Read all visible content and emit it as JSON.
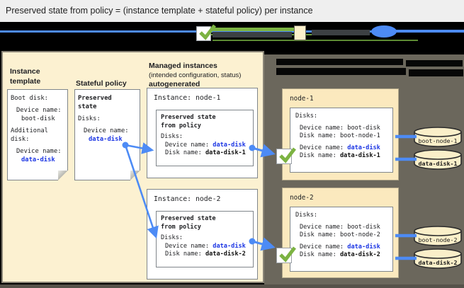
{
  "header": {
    "title": "Preserved state from policy = (instance template + stateful policy) per instance"
  },
  "legend": {
    "checkmark_icon": "green-checkmark",
    "disk_icon": "blue-disk",
    "template_swatch": "cream-instance-template"
  },
  "left_panel": {
    "instance_template_heading": "Instance template",
    "stateful_policy_heading": "Stateful policy",
    "template_doc": {
      "boot_disk_label": "Boot disk:",
      "device_name_label_1": "Device name:",
      "boot_disk_value": "boot-disk",
      "additional_disk_line1": "Additional",
      "additional_disk_line2": "disk:",
      "device_name_label_2": "Device name:",
      "data_disk_value": "data-disk"
    },
    "policy_doc": {
      "heading_line1": "Preserved",
      "heading_line2": "state",
      "disks_label": "Disks:",
      "device_name_label": "Device name:",
      "data_disk_value": "data-disk"
    }
  },
  "managed": {
    "heading_line1": "Managed instances",
    "heading_line2": "(intended configuration, status)",
    "heading_line3": "autogenerated",
    "instances": [
      {
        "title": "Instance: node-1",
        "preserved_line1": "Preserved state",
        "preserved_line2": "from policy",
        "disks_label": "Disks:",
        "device_name_label": "Device name:",
        "device_name_value": "data-disk",
        "disk_name_label": "Disk name:",
        "disk_name_value": "data-disk-1"
      },
      {
        "title": "Instance: node-2",
        "preserved_line1": "Preserved state",
        "preserved_line2": "from policy",
        "disks_label": "Disks:",
        "device_name_label": "Device name:",
        "device_name_value": "data-disk",
        "disk_name_label": "Disk name:",
        "disk_name_value": "data-disk-2"
      }
    ]
  },
  "right_panel": {
    "nodes": [
      {
        "title": "node-1",
        "disks_label": "Disks:",
        "boot_device_label": "Device name:",
        "boot_device_value": "boot-disk",
        "boot_disk_label": "Disk name:",
        "boot_disk_value": "boot-node-1",
        "data_device_label": "Device name:",
        "data_device_value": "data-disk",
        "data_disk_label": "Disk name:",
        "data_disk_value": "data-disk-1",
        "boot_cylinder_label": "boot-node-1",
        "data_cylinder_label": "data-disk-1"
      },
      {
        "title": "node-2",
        "disks_label": "Disks:",
        "boot_device_label": "Device name:",
        "boot_device_value": "boot-disk",
        "boot_disk_label": "Disk name:",
        "boot_disk_value": "boot-node-2",
        "data_device_label": "Device name:",
        "data_device_value": "data-disk",
        "data_disk_label": "Disk name:",
        "data_disk_value": "data-disk-2",
        "boot_cylinder_label": "boot-node-2",
        "data_cylinder_label": "data-disk-2"
      }
    ]
  },
  "colors": {
    "arrow_blue": "#4d8bf5",
    "value_blue": "#1c36e4",
    "check_green": "#7cb342",
    "panel_cream": "#fcf1d1",
    "node_cream": "#fbe9be",
    "panel_gray": "#6b675c"
  }
}
